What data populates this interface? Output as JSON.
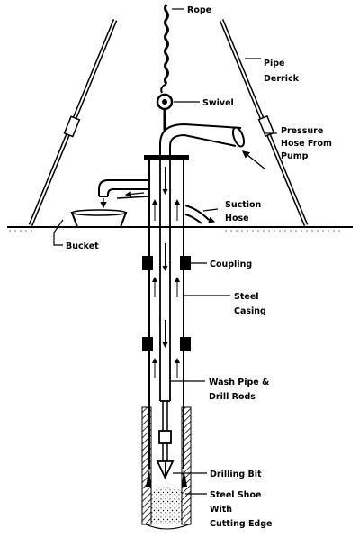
{
  "labels": {
    "rope": "Rope",
    "pipe": "Pipe",
    "derrick": "Derrick",
    "swivel": "Swivel",
    "pressure": "Pressure",
    "hose_from": "Hose From",
    "pump": "Pump",
    "suction": "Suction",
    "hose": "Hose",
    "bucket": "Bucket",
    "coupling": "Coupling",
    "steel": "Steel",
    "casing": "Casing",
    "wash_pipe": "Wash Pipe &",
    "drill_rods": "Drill Rods",
    "drilling_bit": "Drilling Bit",
    "steel_shoe": "Steel Shoe",
    "with": "With",
    "cutting_edge": "Cutting Edge"
  }
}
